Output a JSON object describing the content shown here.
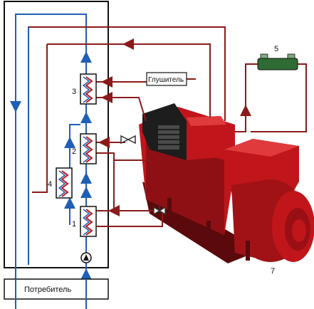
{
  "labels": {
    "hx1": "1",
    "hx2": "2",
    "hx3": "3",
    "hx4": "4",
    "device5": "5",
    "engine7": "7",
    "muffler": "Глушитель",
    "consumer": "Потребитель"
  },
  "colors": {
    "hot_line": "#8b1a1a",
    "cold_line": "#1f5fb5",
    "engine_body": "#c0151a",
    "engine_shadow": "#7a0d10",
    "engine_dark": "#1d1d1d",
    "device5_body": "#2f6b34"
  },
  "icons": {
    "pump": "pump-icon",
    "valve": "valve-icon",
    "heat_exchanger": "heat-exchanger-icon"
  }
}
